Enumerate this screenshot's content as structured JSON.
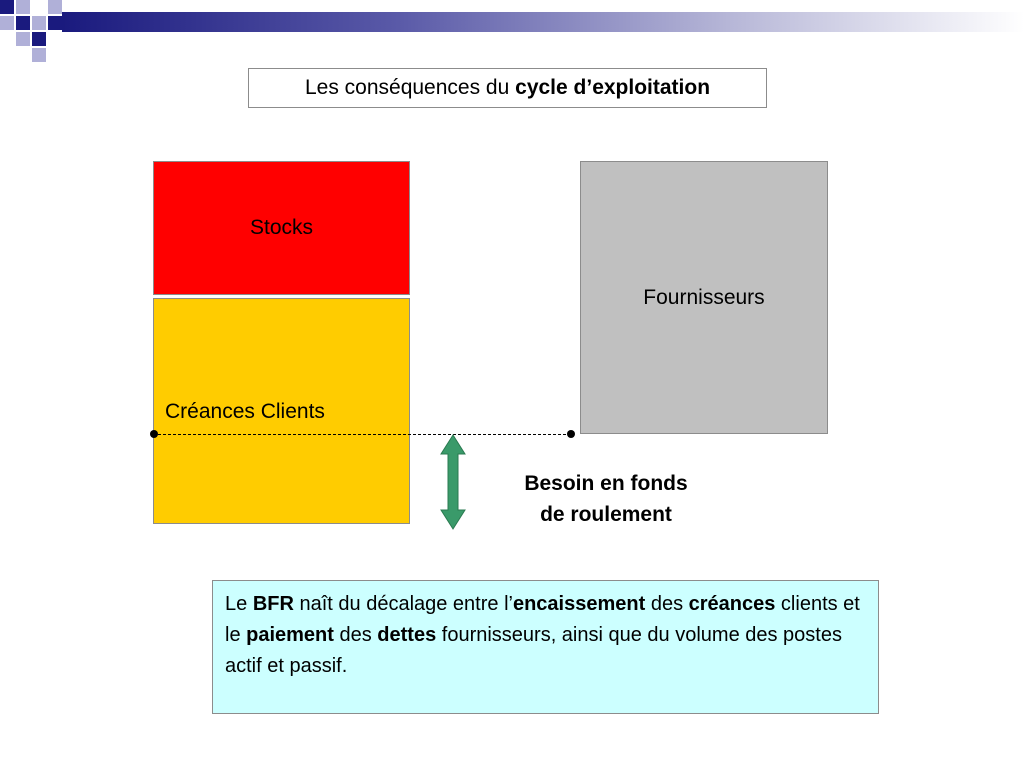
{
  "slide": {
    "title_prefix": "Les conséquences du ",
    "title_bold": "cycle d’exploitation"
  },
  "diagram": {
    "stocks_label": "Stocks",
    "creances_label": "Créances Clients",
    "fournisseurs_label": "Fournisseurs",
    "bfr_line1": "Besoin en fonds",
    "bfr_line2": "de roulement",
    "colors": {
      "stocks": "#ff0000",
      "creances": "#ffcc00",
      "fournisseurs": "#c0c0c0",
      "arrow": "#3a9a6a",
      "info_box": "#ccffff"
    }
  },
  "info": {
    "t1": "Le ",
    "b1": "BFR",
    "t2": " naît du décalage entre l’",
    "b2": "encaissement",
    "t3": " des ",
    "b3": "créances",
    "t4": " clients et le ",
    "b4": "paiement",
    "t5": " des ",
    "b5": "dettes",
    "t6": " fournisseurs, ainsi que du volume des postes actif et passif."
  }
}
